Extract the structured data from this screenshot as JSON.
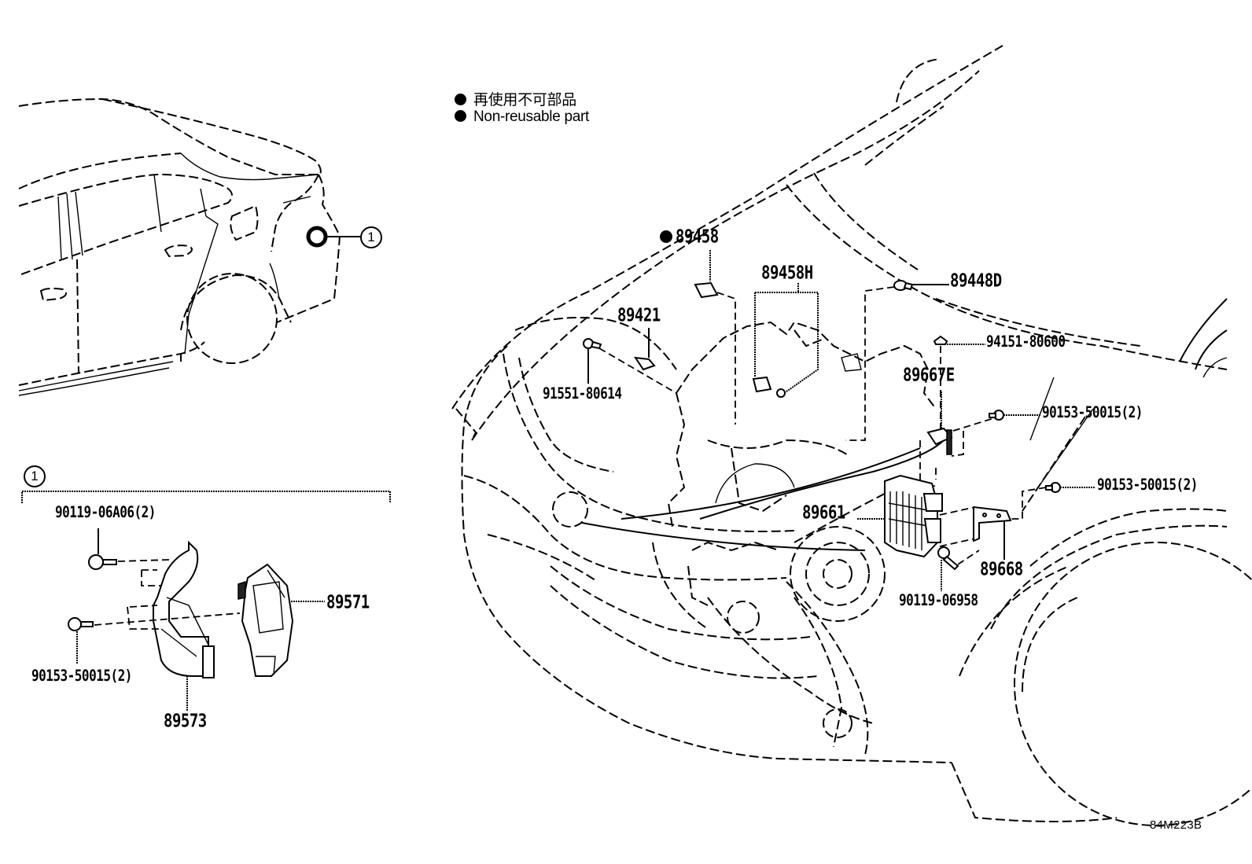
{
  "legend": {
    "items": [
      {
        "icon": "filled-circle",
        "text": "再使用不可部品"
      },
      {
        "icon": "filled-circle",
        "text": "Non-reusable part"
      }
    ]
  },
  "illustration_code": "84M223B",
  "reference_markers": {
    "rear_car_callout": "1",
    "detail_group_header": "1"
  },
  "part_labels": {
    "p89458": {
      "text": "89458",
      "non_reusable": true
    },
    "p89458H": {
      "text": "89458H"
    },
    "p89448D": {
      "text": "89448D"
    },
    "p89421": {
      "text": "89421"
    },
    "p91551_80614": {
      "text": "91551-80614"
    },
    "p94151_80600": {
      "text": "94151-80600"
    },
    "p89667E": {
      "text": "89667E"
    },
    "p90153_50015_a": {
      "text": "90153-50015(2)"
    },
    "p90153_50015_b": {
      "text": "90153-50015(2)"
    },
    "p89661": {
      "text": "89661"
    },
    "p89668": {
      "text": "89668"
    },
    "p90119_06958": {
      "text": "90119-06958"
    },
    "p90119_06A06": {
      "text": "90119-06A06(2)"
    },
    "p90153_50015_c": {
      "text": "90153-50015(2)"
    },
    "p89571": {
      "text": "89571"
    },
    "p89573": {
      "text": "89573"
    }
  }
}
